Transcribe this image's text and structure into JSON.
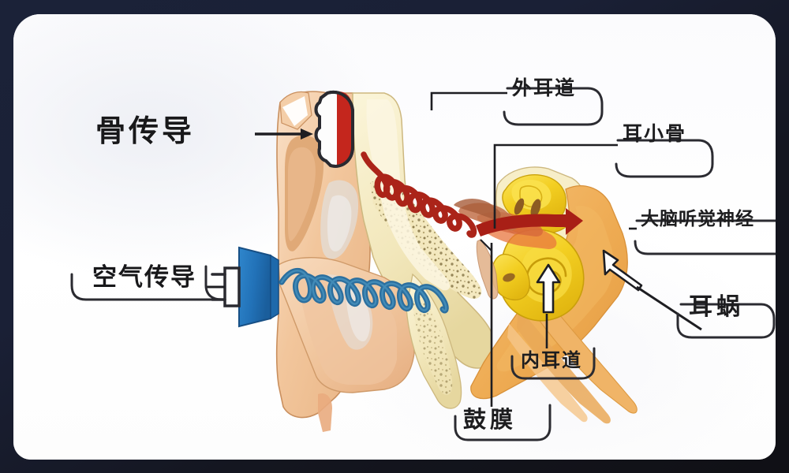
{
  "figure": {
    "kind": "anatomy-diagram",
    "subject": "human-ear-cross-section",
    "frame_color": "#1b2238",
    "card_color": "#fdfdfd"
  },
  "labels": {
    "bone_conduction": "骨传导",
    "air_conduction": "空气传导",
    "ear_canal": "外耳道",
    "ossicles": "耳小骨",
    "auditory_nerve": "大脑听觉神经",
    "cochlea": "耳蜗",
    "inner_ear_canal": "内耳道",
    "eardrum": "鼓膜"
  },
  "colors": {
    "skin": "#f2c9a4",
    "skin_light": "#f8ddc3",
    "skin_shadow": "#e0a878",
    "bone_cream": "#f5ebc4",
    "cochlea_yellow": "#f2cf1f",
    "cochlea_yellow_deep": "#e0b813",
    "orange_tissue": "#eeab53",
    "red_device": "#c4261d",
    "red_wave": "#ab2419",
    "red_arrow": "#a81f16",
    "blue_speaker": "#2272b8",
    "blue_wave": "#2c6f9e",
    "outline": "#2a2a30",
    "chip_border": "#2b2b31",
    "chip_fill": "#f7f7f9"
  },
  "elements": {
    "bone_conduction_device": "white-red rounded transducer pressed on temporal bone",
    "bone_conduction_wave": "red zigzag wave through skull bone toward ossicles",
    "air_conduction_speaker": "blue speaker cone emitting sound",
    "air_conduction_wave": "blue zigzag wave along external auditory canal",
    "red_arrow": "dark red arrow from ossicles into cochlea",
    "white_arrow_cochlea": "white arrow pointing to cochlea",
    "white_arrow_inner": "white arrow pointing to internal auditory canal",
    "bone_arrow": "thin black arrow pointing at skull contact point"
  },
  "icon_names": [
    "speaker-cone-icon",
    "bone-conduction-transducer-icon",
    "arrow-right-icon",
    "arrow-up-left-icon",
    "cochlea-spiral-icon"
  ]
}
